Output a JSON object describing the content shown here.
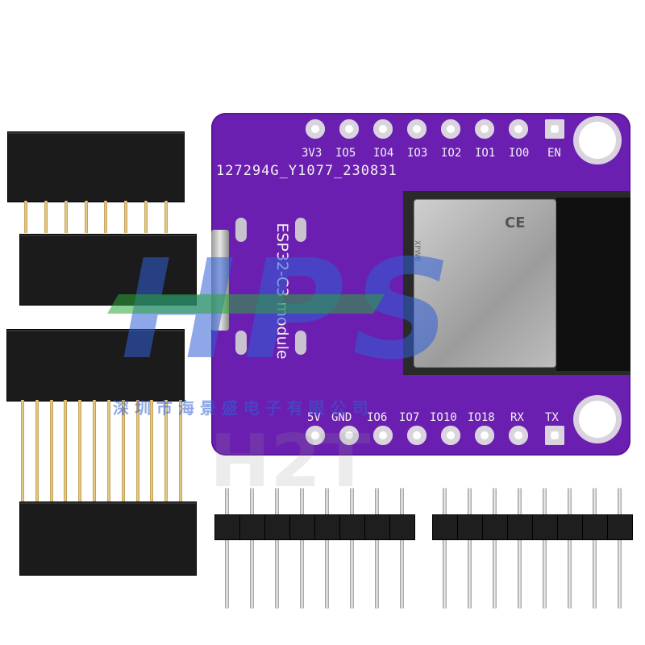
{
  "board": {
    "top_labels": [
      "3V3",
      "IO5",
      "IO4",
      "IO3",
      "IO2",
      "IO1",
      "IO0",
      "EN"
    ],
    "bottom_labels": [
      "5V",
      "GND",
      "IO6",
      "IO7",
      "IO10",
      "IO18",
      "RX",
      "TX"
    ],
    "serial": "127294G_Y1077_230831",
    "module_name": "ESP32-C3 module",
    "chip_marking": "CE",
    "chip_subtext": "XPW6"
  },
  "watermark": {
    "logo": "HPS",
    "chinese": "深 圳 市 海 景 盛 电 子 有 限 公 司",
    "gray_text": "H2T"
  },
  "colors": {
    "pcb": "#6b1fb0",
    "pad": "#e9e9ec",
    "header_plastic": "#1b1b1b",
    "gold_pin": "#d9b86a",
    "watermark_blue": "#2f5fd6",
    "watermark_green": "#2aa63a"
  }
}
